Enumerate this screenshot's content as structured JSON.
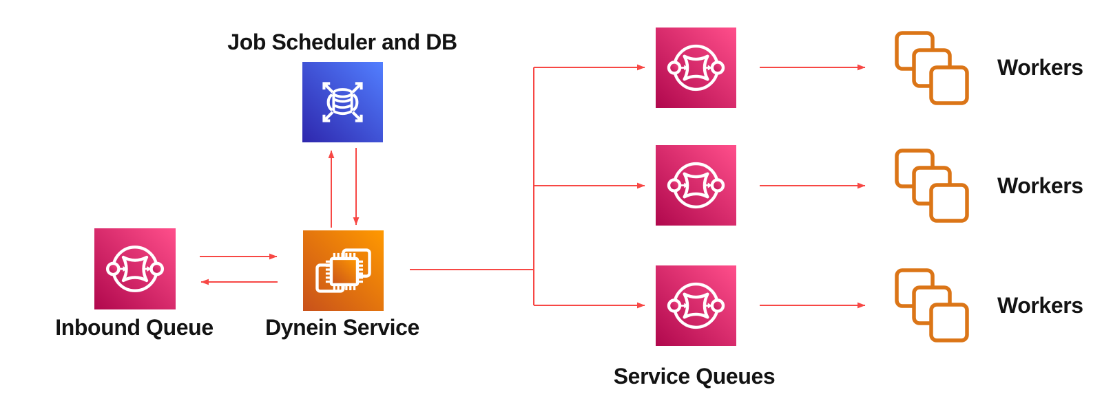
{
  "diagram": {
    "nodes": {
      "job_scheduler": {
        "label": "Job Scheduler and DB",
        "icon": "dynamodb-icon"
      },
      "inbound_queue": {
        "label": "Inbound Queue",
        "icon": "sqs-queue-icon"
      },
      "dynein_service": {
        "label": "Dynein Service",
        "icon": "compute-icon"
      },
      "service_queues": {
        "label": "Service Queues",
        "icon": "sqs-queue-icon",
        "count": 3
      },
      "workers": {
        "label": "Workers",
        "icon": "instances-icon",
        "count": 3
      }
    },
    "edges": [
      {
        "from": "Inbound Queue",
        "to": "Dynein Service"
      },
      {
        "from": "Dynein Service",
        "to": "Inbound Queue"
      },
      {
        "from": "Dynein Service",
        "to": "Job Scheduler and DB"
      },
      {
        "from": "Job Scheduler and DB",
        "to": "Dynein Service"
      },
      {
        "from": "Dynein Service",
        "to": "Service Queue 1"
      },
      {
        "from": "Dynein Service",
        "to": "Service Queue 2"
      },
      {
        "from": "Dynein Service",
        "to": "Service Queue 3"
      },
      {
        "from": "Service Queue 1",
        "to": "Workers 1"
      },
      {
        "from": "Service Queue 2",
        "to": "Workers 2"
      },
      {
        "from": "Service Queue 3",
        "to": "Workers 3"
      }
    ]
  },
  "colors": {
    "arrow": "#F74744",
    "label_text": "#131313",
    "background": "#FFFFFF",
    "queue_gradient": [
      "#B0084D",
      "#FF4F8B"
    ],
    "compute_gradient": [
      "#C8511B",
      "#FF9900"
    ],
    "database_gradient": [
      "#2E27AD",
      "#527FFF"
    ],
    "workers_outline": "#DB7517"
  }
}
